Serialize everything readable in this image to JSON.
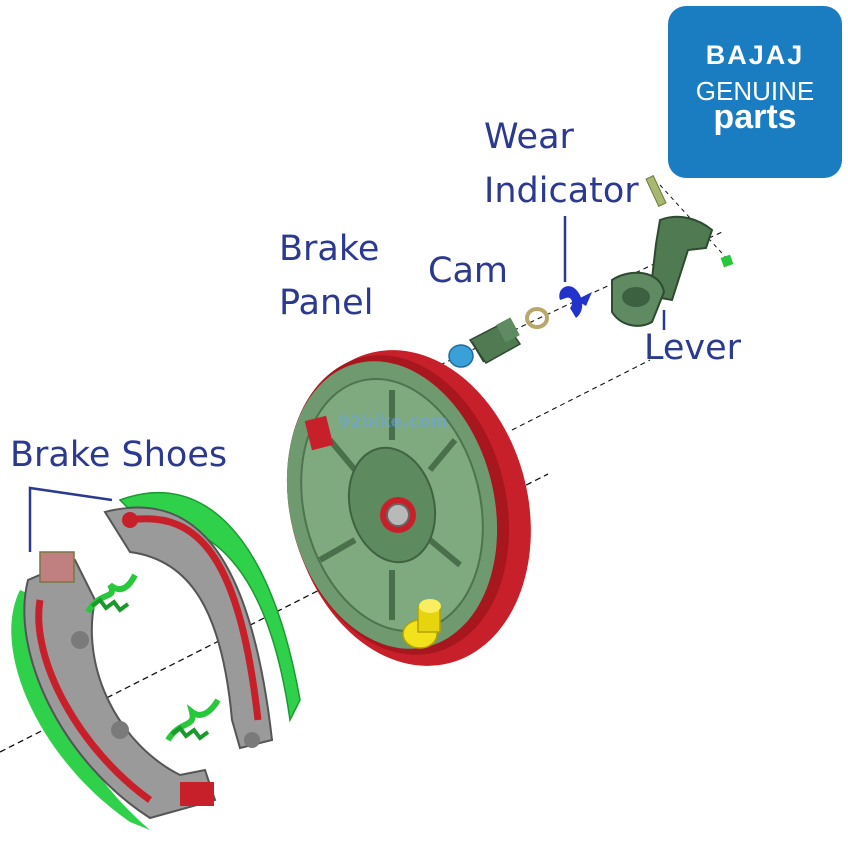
{
  "logo": {
    "brand": "BAJAJ",
    "line2": "GENUINE",
    "line3": "parts",
    "background": "#1a7cc1"
  },
  "labels": {
    "wear_indicator_line1": "Wear",
    "wear_indicator_line2": "Indicator",
    "brake_panel_line1": "Brake",
    "brake_panel_line2": "Panel",
    "cam": "Cam",
    "lever": "Lever",
    "brake_shoes": "Brake Shoes"
  },
  "watermark": "92bike.com",
  "colors": {
    "label_text": "#2b3990",
    "panel_green": "#6f9a70",
    "rim_red": "#c8202a",
    "lining_green": "#2fd14a",
    "shoe_gray": "#9a9a9a",
    "pin_yellow": "#f2e21b",
    "indicator_blue": "#2233cc"
  }
}
